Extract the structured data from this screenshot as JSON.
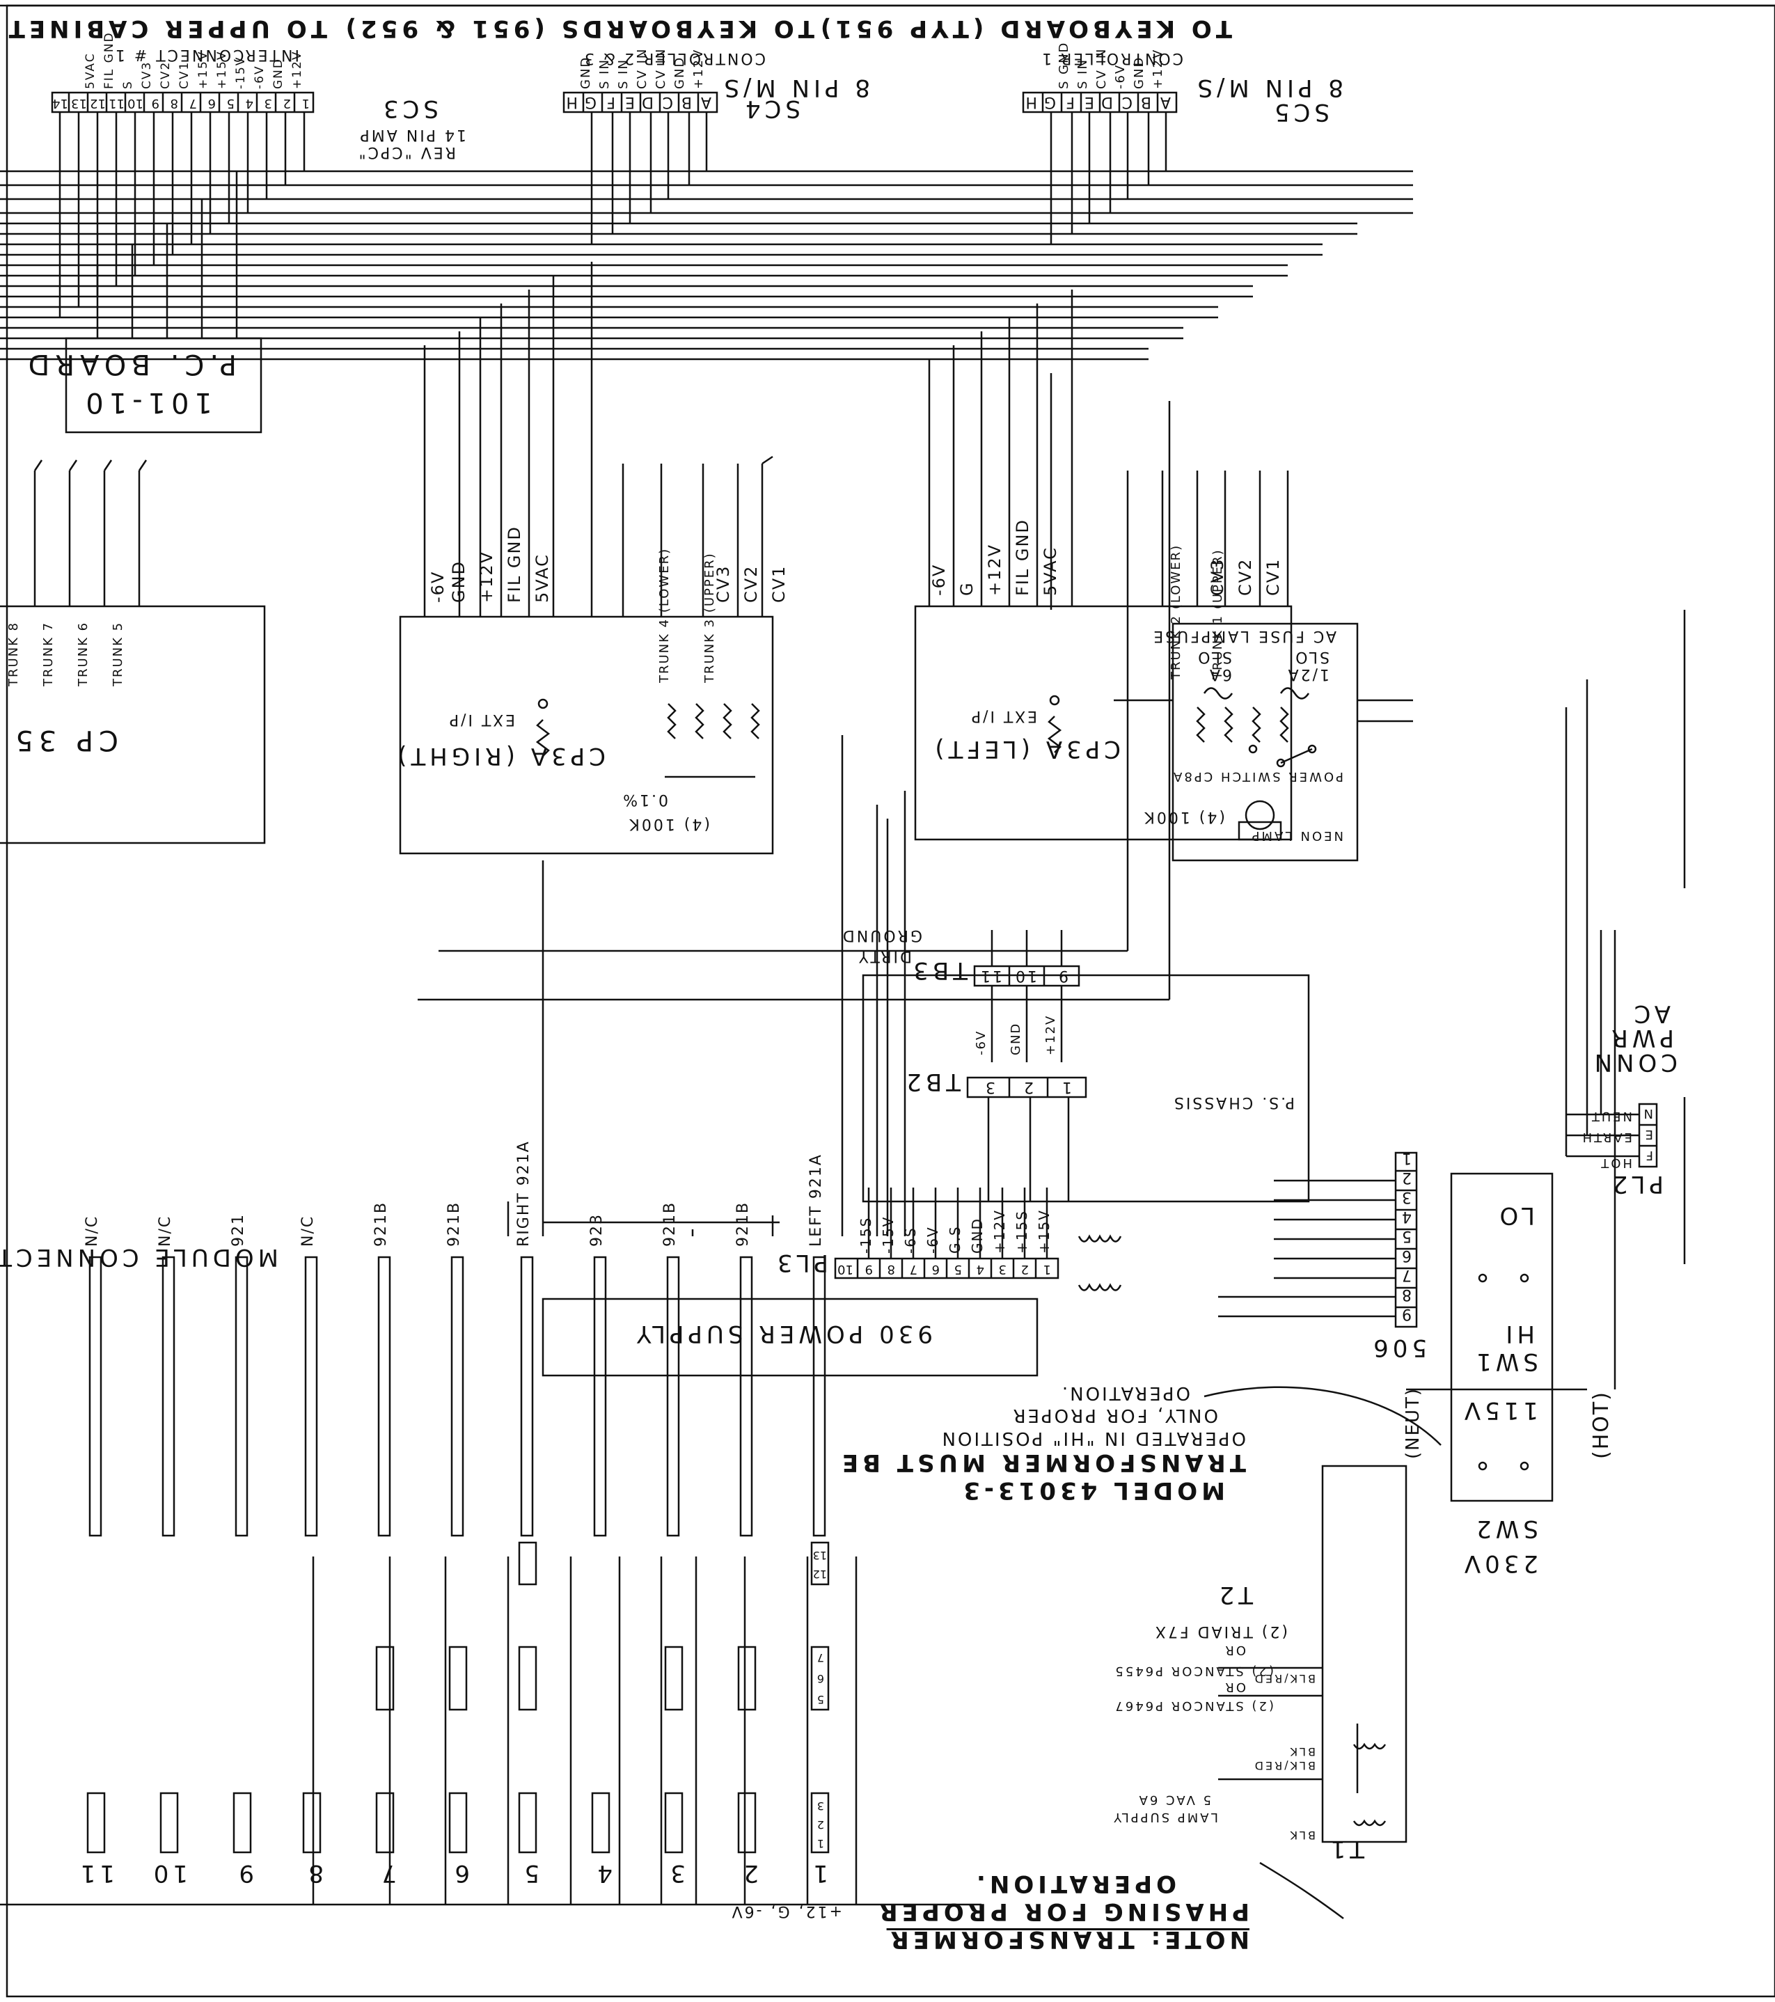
{
  "sheet": {
    "orientation_note": "",
    "top_headers": {
      "upper_cabinet": "TO UPPER CABINET",
      "interconnect": "INTERCONNECT # 1",
      "sc3_id": "SC3",
      "sc3_desc": "14 PIN AMP",
      "sc3_rev": "REV \"CPC\"",
      "sc3_pins": [
        "1",
        "2",
        "3",
        "4",
        "5",
        "6",
        "7",
        "8",
        "9",
        "10",
        "11",
        "12",
        "13",
        "14"
      ],
      "sc3_pin_labels": [
        "+12V",
        "GND",
        "-6V",
        "-15V",
        "+15V",
        "+15V",
        "CV1",
        "CV2",
        "CV3",
        "S",
        "FIL GND",
        "5VAC"
      ],
      "sc4_title": "TO KEYBOARDS (951 & 952)",
      "sc4_sub": "CONTROLLER 2 & 3",
      "sc4_id": "SC4",
      "sc4_desc": "8 PIN M/S",
      "sc4_pins": [
        "A",
        "B",
        "C",
        "D",
        "E",
        "F",
        "G",
        "H"
      ],
      "sc4_pin_labels": [
        "+12V",
        "GND",
        "CV IN",
        "CV IN",
        "S IN",
        "S IN",
        "GND"
      ],
      "sc5_title": "TO KEYBOARD (TYP 951)",
      "sc5_sub": "CONTROLLER 1",
      "sc5_id": "SC5",
      "sc5_desc": "8 PIN M/S",
      "sc5_pins": [
        "A",
        "B",
        "C",
        "D",
        "E",
        "F",
        "G",
        "H"
      ],
      "sc5_pin_labels": [
        "+12V",
        "GND",
        "-6V",
        "CV IN",
        "S IN",
        "S GND"
      ]
    },
    "pc_board": {
      "line1": "P.C. BOARD",
      "line2": "101-10"
    },
    "cp35": {
      "title": "CP 35",
      "trunks": [
        "TRUNK 5",
        "TRUNK 6",
        "TRUNK 7",
        "TRUNK 8"
      ]
    },
    "cp3a_right": {
      "title": "CP3A (RIGHT)",
      "ext": "EXT I/P",
      "res": "(4) 100K",
      "tol": "0.1%",
      "trunk_upper": "TRUNK 3 (UPPER)",
      "trunk_lower": "TRUNK 4 (LOWER)",
      "wires": [
        "-6V",
        "GND",
        "+12V",
        "FIL GND",
        "5VAC",
        "CV3",
        "CV2",
        "CV1"
      ]
    },
    "cp3a_left": {
      "title": "CP3A (LEFT)",
      "ext": "EXT I/P",
      "res": "(4) 100K",
      "trunk_upper": "TRUNK 1 (UPPER)",
      "trunk_lower": "TRUNK 2 (LOWER)",
      "wires": [
        "-6V",
        "G",
        "+12V",
        "FIL GND",
        "5VAC",
        "CV3",
        "CV2",
        "CV1"
      ]
    },
    "cp8a": {
      "fuse_title": "AC FUSE",
      "lampfuse": "LAMPFUSE",
      "fuse1": "1/2A",
      "fuse1b": "SLO",
      "fuse2": "6A",
      "fuse2b": "SLO",
      "switch": "POWER SWITCH CP8A",
      "neon": "NEON LAMP"
    },
    "ground": {
      "line1": "DIRTY",
      "line2": "GROUND"
    },
    "tb3": {
      "id": "TB3",
      "terms": [
        "9",
        "10",
        "11"
      ],
      "wires": [
        "+12V",
        "GND",
        "-6V"
      ]
    },
    "tb2": {
      "id": "TB2",
      "terms": [
        "1",
        "2",
        "3"
      ]
    },
    "chassis": "P.S. CHASSIS",
    "pl3": {
      "id": "PL3",
      "pins": [
        "1",
        "2",
        "3",
        "4",
        "5",
        "6",
        "7",
        "8",
        "9",
        "10"
      ],
      "wires": [
        "+15V",
        "+15S",
        "+12V",
        "GND",
        "G.S",
        "-6V",
        "-6S",
        "-15V",
        "-15S"
      ]
    },
    "ps930": "930 POWER SUPPLY",
    "s06": {
      "id": "506",
      "pins": [
        "1",
        "2",
        "3",
        "4",
        "5",
        "6",
        "7",
        "8",
        "9"
      ]
    },
    "ac_pwr": {
      "l1": "AC",
      "l2": "PWR",
      "l3": "CONN",
      "hot": "HOT",
      "earth": "EARTH",
      "neut": "NEUT",
      "pins": [
        "F",
        "E",
        "N"
      ],
      "id": "PL2"
    },
    "sw1": {
      "id": "SW1",
      "hi": "HI",
      "lo": "LO",
      "v115": "115V",
      "hot": "(HOT)",
      "neut": "(NEUT)"
    },
    "sw2": {
      "id": "SW2",
      "v230": "230V"
    },
    "note_model": [
      "MODEL 43013-3",
      "TRANSFORMER MUST BE",
      "OPERATED IN \"HI\" POSITION",
      "ONLY, FOR PROPER",
      "OPERATION."
    ],
    "t2": {
      "id": "T2",
      "l1": "(2) TRIAD F7X",
      "l2": "OR",
      "l3": "(2) STANCOR P6455",
      "l4": "OR",
      "l5": "(2) STANCOR P6467"
    },
    "t1": {
      "id": "T1",
      "lamp1": "LAMP SUPPLY",
      "lamp2": "5 VAC 6A",
      "blk": "BLK",
      "blkred": "BLK/RED"
    },
    "note_phasing": [
      "NOTE: TRANSFORMER",
      "PHASING FOR PROPER",
      "OPERATION."
    ],
    "modules": {
      "title": "MODULE CONNECTORS",
      "bus": "+12, G, -6V",
      "slots": [
        {
          "num": "1",
          "type": "LEFT 921A"
        },
        {
          "num": "2",
          "type": "921B"
        },
        {
          "num": "3",
          "type": "921B"
        },
        {
          "num": "4",
          "type": "923"
        },
        {
          "num": "5",
          "type": "RIGHT 921A"
        },
        {
          "num": "6",
          "type": "921B"
        },
        {
          "num": "7",
          "type": "921B"
        },
        {
          "num": "8",
          "type": "N/C"
        },
        {
          "num": "9",
          "type": "921"
        },
        {
          "num": "10",
          "type": "N/C"
        },
        {
          "num": "11",
          "type": "N/C"
        }
      ],
      "pins_a": [
        "1",
        "2",
        "3"
      ],
      "pins_b": [
        "5",
        "6",
        "7"
      ],
      "pins_c": [
        "12",
        "13"
      ]
    }
  }
}
